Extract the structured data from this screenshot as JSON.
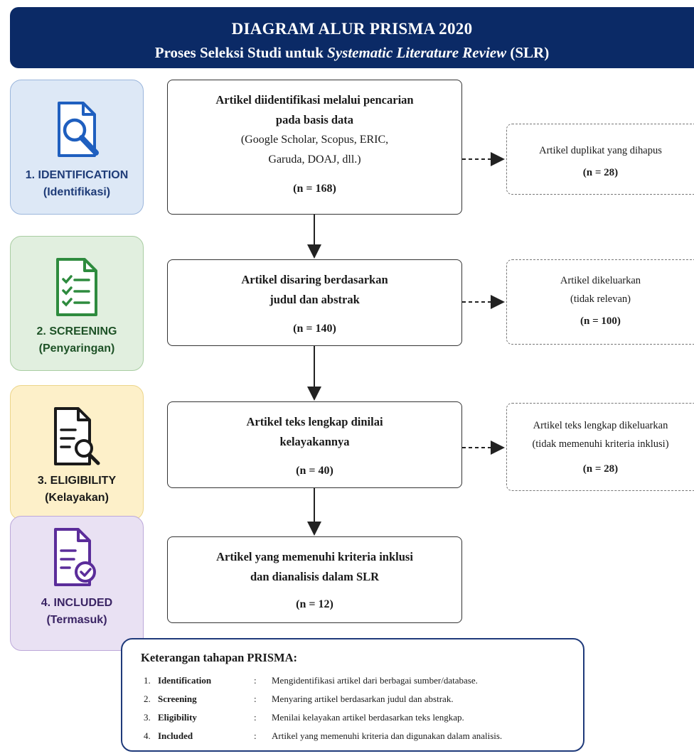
{
  "header": {
    "title": "DIAGRAM ALUR PRISMA 2020",
    "subtitle_prefix": "Proses Seleksi Studi untuk",
    "subtitle_italic": "Systematic Literature Review",
    "subtitle_suffix": "(SLR)"
  },
  "stages": [
    {
      "label": "1. IDENTIFICATION",
      "sub": "(Identifikasi)",
      "icon": "search-document-icon",
      "color": "#1f5fbf"
    },
    {
      "label": "2. SCREENING",
      "sub": "(Penyaringan)",
      "icon": "checklist-icon",
      "color": "#2e8b3e"
    },
    {
      "label": "3. ELIGIBILITY",
      "sub": "(Kelayakan)",
      "icon": "document-magnifier-icon",
      "color": "#1a1a1a"
    },
    {
      "label": "4. INCLUDED",
      "sub": "(Termasuk)",
      "icon": "document-check-icon",
      "color": "#5b2d9a"
    }
  ],
  "boxes": [
    {
      "title_1": "Artikel diidentifikasi melalui pencarian",
      "title_2": "pada basis data",
      "sub_1": "(Google Scholar, Scopus, ERIC,",
      "sub_2": "Garuda, DOAJ, dll.)",
      "n": "(n = 168)"
    },
    {
      "title_1": "Artikel disaring berdasarkan",
      "title_2": "judul dan abstrak",
      "n": "(n = 140)"
    },
    {
      "title_1": "Artikel teks lengkap dinilai",
      "title_2": "kelayakannya",
      "n": "(n = 40)"
    },
    {
      "title_1": "Artikel yang memenuhi kriteria inklusi",
      "title_2": "dan dianalisis dalam SLR",
      "n": "(n = 12)"
    }
  ],
  "excluded": [
    {
      "line_1": "Artikel duplikat yang dihapus",
      "n": "(n = 28)"
    },
    {
      "line_1": "Artikel dikeluarkan",
      "line_2": "(tidak relevan)",
      "n": "(n = 100)"
    },
    {
      "line_1": "Artikel teks lengkap dikeluarkan",
      "line_2": "(tidak memenuhi kriteria inklusi)",
      "n": "(n = 28)"
    }
  ],
  "legend": {
    "title": "Keterangan tahapan PRISMA:",
    "items": [
      {
        "num": "1.",
        "term": "Identification",
        "colon": ":",
        "desc": "Mengidentifikasi artikel dari berbagai sumber/database."
      },
      {
        "num": "2.",
        "term": "Screening",
        "colon": ":",
        "desc": "Menyaring artikel berdasarkan judul dan abstrak."
      },
      {
        "num": "3.",
        "term": "Eligibility",
        "colon": ":",
        "desc": "Menilai kelayakan artikel berdasarkan teks lengkap."
      },
      {
        "num": "4.",
        "term": "Included",
        "colon": ":",
        "desc": "Artikel yang memenuhi kriteria dan digunakan dalam analisis."
      }
    ]
  },
  "colors": {
    "header_bg": "#0b2a66",
    "legend_border": "#1f3a7a"
  }
}
